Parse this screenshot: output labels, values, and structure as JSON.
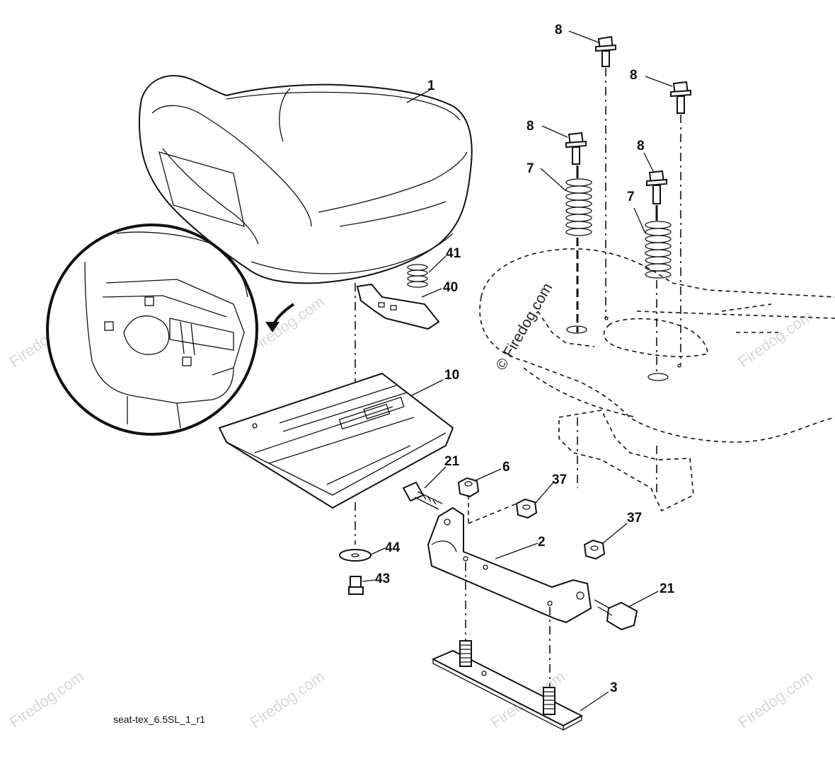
{
  "diagram": {
    "caption": "seat-tex_6.5SL_1_r1",
    "watermark": "Firedog.com",
    "watermark_main": "© Firedog.com",
    "callouts": [
      {
        "id": "c1",
        "label": "1"
      },
      {
        "id": "c8a",
        "label": "8"
      },
      {
        "id": "c8b",
        "label": "8"
      },
      {
        "id": "c8c",
        "label": "8"
      },
      {
        "id": "c8d",
        "label": "8"
      },
      {
        "id": "c7a",
        "label": "7"
      },
      {
        "id": "c7b",
        "label": "7"
      },
      {
        "id": "c41",
        "label": "41"
      },
      {
        "id": "c40",
        "label": "40"
      },
      {
        "id": "c10",
        "label": "10"
      },
      {
        "id": "c21a",
        "label": "21"
      },
      {
        "id": "c6",
        "label": "6"
      },
      {
        "id": "c37a",
        "label": "37"
      },
      {
        "id": "c37b",
        "label": "37"
      },
      {
        "id": "c2",
        "label": "2"
      },
      {
        "id": "c44",
        "label": "44"
      },
      {
        "id": "c43",
        "label": "43"
      },
      {
        "id": "c21b",
        "label": "21"
      },
      {
        "id": "c3",
        "label": "3"
      }
    ]
  }
}
